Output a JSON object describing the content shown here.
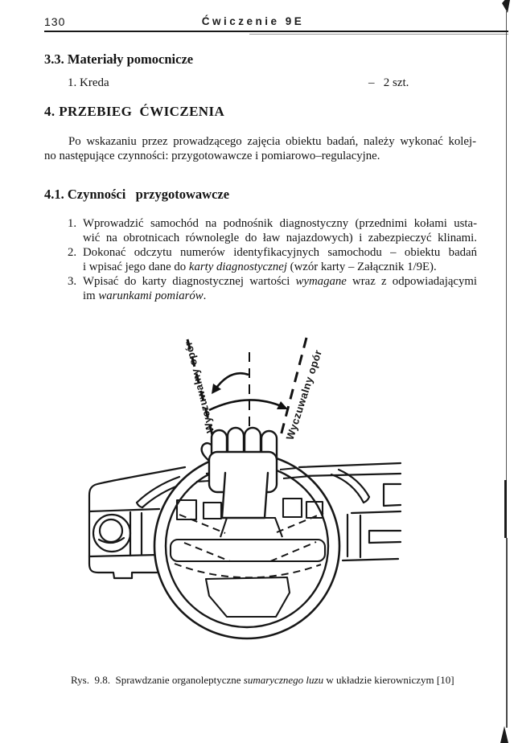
{
  "page": {
    "number": "130",
    "header": "Ćwiczenie 9E"
  },
  "materials": {
    "heading": "3.3. Materiały pomocnicze",
    "item": "1. Kreda",
    "quantity": "–   2 szt."
  },
  "procedure": {
    "heading": "4. PRZEBIEG  ĆWICZENIA",
    "line1": "Po wskazaniu przez prowadzącego zajęcia obiektu badań, należy wykonać kolej-",
    "line2": "no następujące czynności: przygotowawcze i pomiarowo–regulacyjne."
  },
  "preparatory": {
    "heading": "4.1. Czynności   przygotowawcze",
    "items": [
      {
        "number": "1.",
        "line1": "Wprowadzić samochód na podnośnik diagnostyczny (przednimi kołami usta-",
        "line2": "wić na obrotnicach równolegle do ław najazdowych) i zabezpieczyć klinami."
      },
      {
        "number": "2.",
        "line1": "Dokonać odczytu numerów identyfikacyjnych samochodu – obiektu badań",
        "line2_a": "i wpisać jego dane do ",
        "line2_i": "karty diagnostycznej",
        "line2_b": " (wzór karty – Załącznik 1/9E)."
      },
      {
        "number": "3.",
        "line1_a": "Wpisać do karty diagnostycznej wartości ",
        "line1_i": "wymagane",
        "line1_b": " wraz z odpowiadającymi",
        "line2_a": "im ",
        "line2_i": "warunkami pomiarów",
        "line2_b": "."
      }
    ]
  },
  "figure": {
    "label_left": "Wyczuwalny opór",
    "label_right": "Wyczuwalny opór",
    "caption_a": "Rys.  9.8.  Sprawdzanie organoleptyczne ",
    "caption_i": "sumarycznego luzu",
    "caption_b": " w układzie kierowniczym [10]"
  }
}
